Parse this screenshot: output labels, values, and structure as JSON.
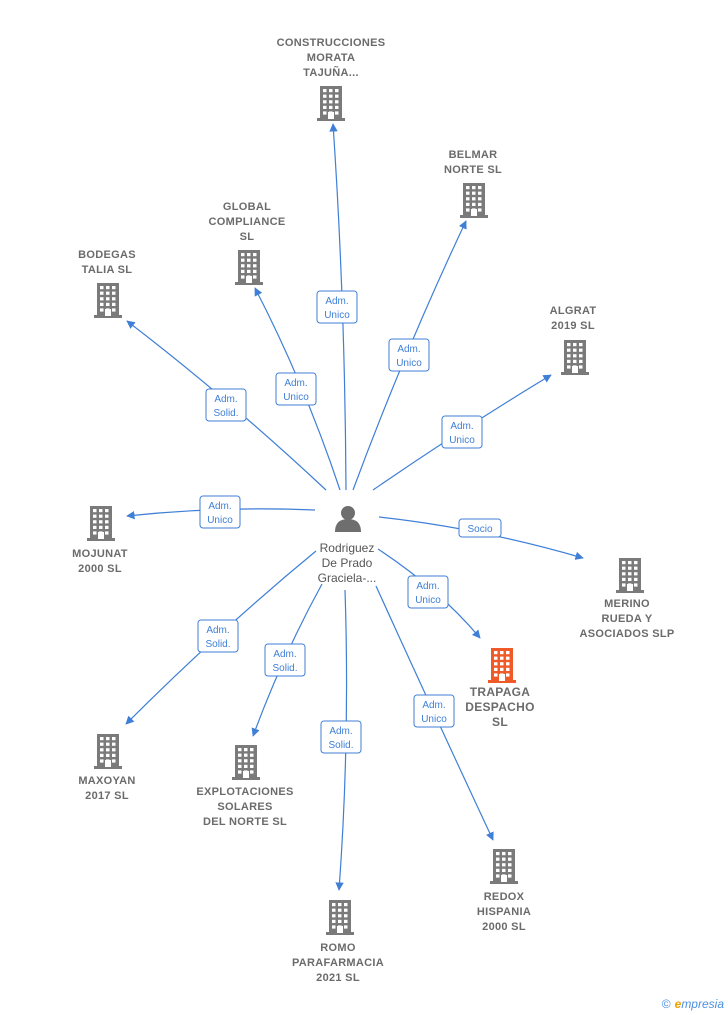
{
  "colors": {
    "edge": "#3f7fd6",
    "company_icon": "#7a7a7a",
    "highlight_icon": "#f05a28",
    "person_icon": "#6e6e6e",
    "label": "#6b6b6b"
  },
  "center": {
    "name_lines": [
      "Rodriguez",
      "De Prado",
      "Graciela-..."
    ],
    "icon": "person-icon"
  },
  "nodes": [
    {
      "id": "construcciones",
      "lines": [
        "CONSTRUCCIONES",
        "MORATA",
        "TAJUÑA..."
      ],
      "highlight": false
    },
    {
      "id": "belmar",
      "lines": [
        "BELMAR",
        "NORTE SL"
      ],
      "highlight": false
    },
    {
      "id": "global",
      "lines": [
        "GLOBAL",
        "COMPLIANCE",
        "SL"
      ],
      "highlight": false
    },
    {
      "id": "bodegas",
      "lines": [
        "BODEGAS",
        "TALIA  SL"
      ],
      "highlight": false
    },
    {
      "id": "algrat",
      "lines": [
        "ALGRAT",
        "2019  SL"
      ],
      "highlight": false
    },
    {
      "id": "mojunat",
      "lines": [
        "MOJUNAT",
        "2000  SL"
      ],
      "highlight": false
    },
    {
      "id": "merino",
      "lines": [
        "MERINO",
        "RUEDA Y",
        "ASOCIADOS SLP"
      ],
      "highlight": false
    },
    {
      "id": "trapaga",
      "lines": [
        "TRAPAGA",
        "DESPACHO",
        "SL"
      ],
      "highlight": true
    },
    {
      "id": "maxoyan",
      "lines": [
        "MAXOYAN",
        "2017  SL"
      ],
      "highlight": false
    },
    {
      "id": "explotaciones",
      "lines": [
        "EXPLOTACIONES",
        "SOLARES",
        "DEL NORTE  SL"
      ],
      "highlight": false
    },
    {
      "id": "romo",
      "lines": [
        "ROMO",
        "PARAFARMACIA",
        "2021  SL"
      ],
      "highlight": false
    },
    {
      "id": "redox",
      "lines": [
        "REDOX",
        "HISPANIA",
        "2000 SL"
      ],
      "highlight": false
    }
  ],
  "edges": [
    {
      "to": "construcciones",
      "label": [
        "Adm.",
        "Unico"
      ]
    },
    {
      "to": "belmar",
      "label": [
        "Adm.",
        "Unico"
      ]
    },
    {
      "to": "global",
      "label": [
        "Adm.",
        "Unico"
      ]
    },
    {
      "to": "bodegas",
      "label": [
        "Adm.",
        "Solid."
      ]
    },
    {
      "to": "algrat",
      "label": [
        "Adm.",
        "Unico"
      ]
    },
    {
      "to": "mojunat",
      "label": [
        "Adm.",
        "Unico"
      ]
    },
    {
      "to": "merino",
      "label": [
        "Socio"
      ]
    },
    {
      "to": "trapaga",
      "label": [
        "Adm.",
        "Unico"
      ]
    },
    {
      "to": "maxoyan",
      "label": [
        "Adm.",
        "Solid."
      ]
    },
    {
      "to": "explotaciones",
      "label": [
        "Adm.",
        "Solid."
      ]
    },
    {
      "to": "romo",
      "label": [
        "Adm.",
        "Solid."
      ]
    },
    {
      "to": "redox",
      "label": [
        "Adm.",
        "Unico"
      ]
    }
  ],
  "watermark": {
    "copyright": "©",
    "brand_first": "e",
    "brand_rest": "mpresia"
  }
}
